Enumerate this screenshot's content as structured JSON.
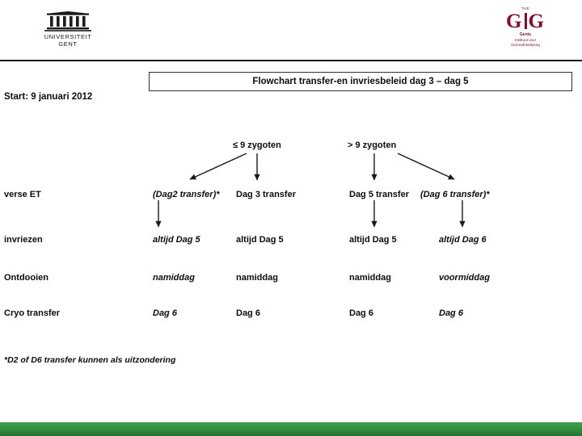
{
  "header": {
    "ugent_logo": {
      "icon": "ugent-pillars-icon",
      "line1": "UNIVERSITEIT",
      "line2": "GENT"
    },
    "gig_logo": {
      "top": "THE",
      "main_left": "G",
      "main_right": "G",
      "sub1": "Gents",
      "sub2_line1": "Instituut voor",
      "sub2_line2": "Gezondheidszorg"
    }
  },
  "title": {
    "text": "Flowchart transfer-en invriesbeleid dag 3 – dag 5"
  },
  "start": {
    "text": "Start: 9 januari 2012"
  },
  "row_labels": {
    "verse_et": "verse ET",
    "invriezen": "invriezen",
    "ontdooien": "Ontdooien",
    "cryo_transfer": "Cryo transfer"
  },
  "branches": {
    "left": "≤ 9 zygoten",
    "right": "> 9 zygoten"
  },
  "columns": [
    {
      "id": "col1",
      "verse_et": "(Dag2 transfer)*",
      "invriezen": "altijd Dag 5",
      "ontdooien": "namiddag",
      "cryo_transfer": "Dag 6",
      "style": "italic"
    },
    {
      "id": "col2",
      "verse_et": "Dag 3 transfer",
      "invriezen": "altijd Dag 5",
      "ontdooien": "namiddag",
      "cryo_transfer": "Dag 6",
      "style": "bold"
    },
    {
      "id": "col3",
      "verse_et": "Dag 5 transfer",
      "invriezen": "altijd Dag 5",
      "ontdooien": "namiddag",
      "cryo_transfer": "Dag 6",
      "style": "bold"
    },
    {
      "id": "col4",
      "verse_et": "(Dag 6 transfer)*",
      "invriezen": "altijd Dag 6",
      "ontdooien": "voormiddag",
      "cryo_transfer": "Dag 6",
      "style": "italic"
    }
  ],
  "footnote": {
    "text": "*D2 of D6 transfer kunnen als uitzondering"
  },
  "colors": {
    "text": "#0d0d0d",
    "logo_red": "#8a0b2a",
    "bottom_band": "#2e8b3d",
    "rule": "#1a1a1a"
  }
}
